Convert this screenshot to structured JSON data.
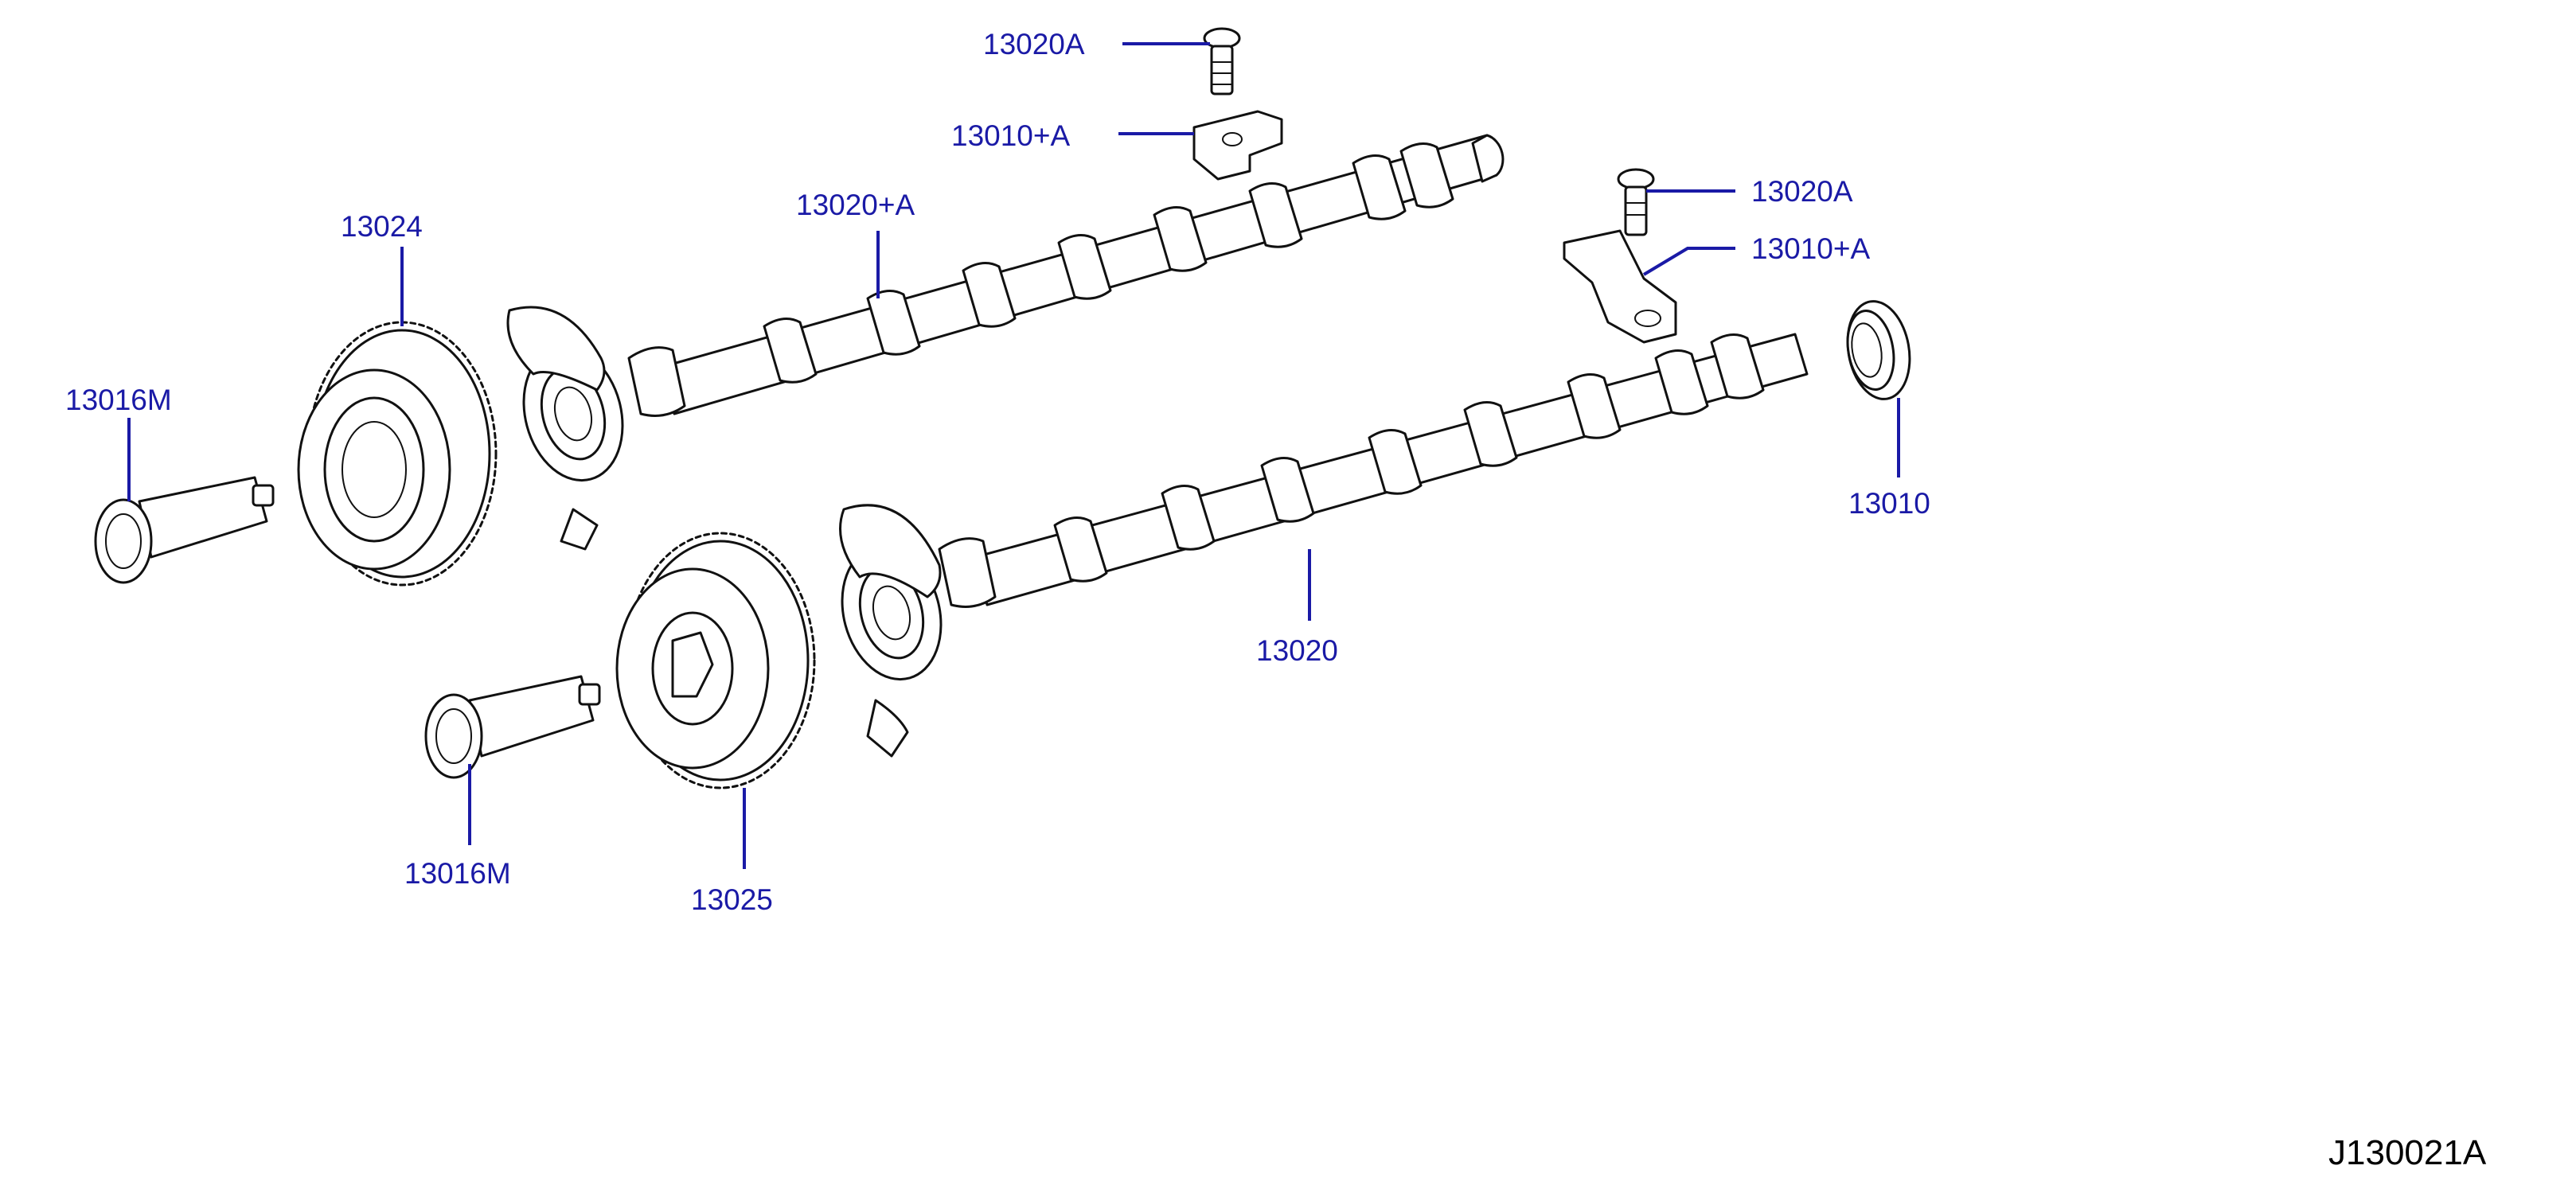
{
  "callouts": [
    {
      "id": "13020A-upper",
      "text": "13020A"
    },
    {
      "id": "13010A-upper",
      "text": "13010+A"
    },
    {
      "id": "13020A-right",
      "text": "13020A"
    },
    {
      "id": "13010A-right",
      "text": "13010+A"
    },
    {
      "id": "13024",
      "text": "13024"
    },
    {
      "id": "13020A-camshaft",
      "text": "13020+A"
    },
    {
      "id": "13016M-upper",
      "text": "13016M"
    },
    {
      "id": "13010-seal",
      "text": "13010"
    },
    {
      "id": "13020-camshaft",
      "text": "13020"
    },
    {
      "id": "13016M-lower",
      "text": "13016M"
    },
    {
      "id": "13025",
      "text": "13025"
    }
  ],
  "diagram_code": "J130021A",
  "colors": {
    "callout": "#1a1aa6",
    "line": "#111111",
    "background": "#ffffff"
  }
}
